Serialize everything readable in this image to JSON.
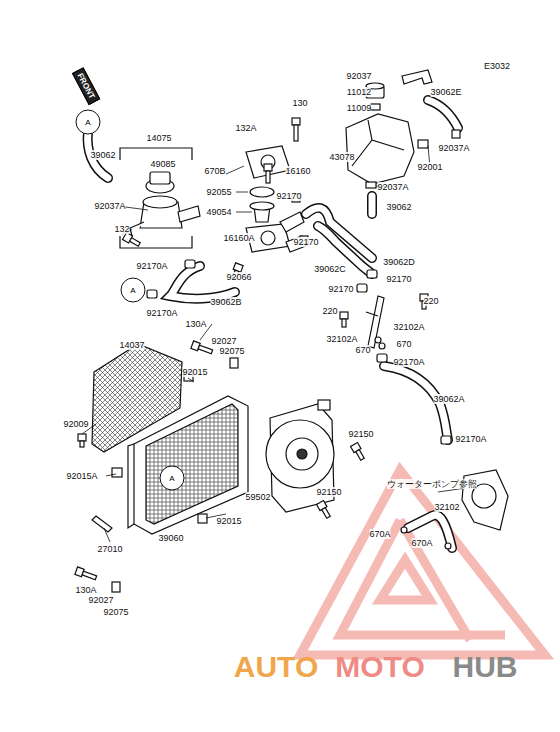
{
  "diagram": {
    "nodes": [
      {
        "text": [
          "FRONT"
        ]
      },
      {
        "text": [
          "A"
        ]
      },
      {
        "text": [
          "A"
        ]
      },
      {
        "text": [
          "A"
        ]
      }
    ],
    "labels": [
      "E3032",
      "92037",
      "11012",
      "39062E",
      "11009",
      "130",
      "14075",
      "132A",
      "39062",
      "49085",
      "670B",
      "16160",
      "43078",
      "92037A",
      "92001",
      "92037A",
      "92055",
      "92037A",
      "92170",
      "49054",
      "39062",
      "132",
      "16160A",
      "92170",
      "39062D",
      "92170A",
      "92066",
      "39062C",
      "92170",
      "92170",
      "220",
      "39062B",
      "92170A",
      "220",
      "32102A",
      "32102A",
      "130A",
      "670",
      "670",
      "14037",
      "92027",
      "92075",
      "92170A",
      "92015",
      "39062A",
      "92009",
      "92150",
      "92170A",
      "92015A",
      "ウォーターポンプ参照",
      "59502",
      "92150",
      "32102",
      "92015",
      "670A",
      "670A",
      "27010",
      "39060",
      "130A",
      "92027",
      "92075",
      "AUTO",
      "MOTO",
      "HUB"
    ]
  }
}
